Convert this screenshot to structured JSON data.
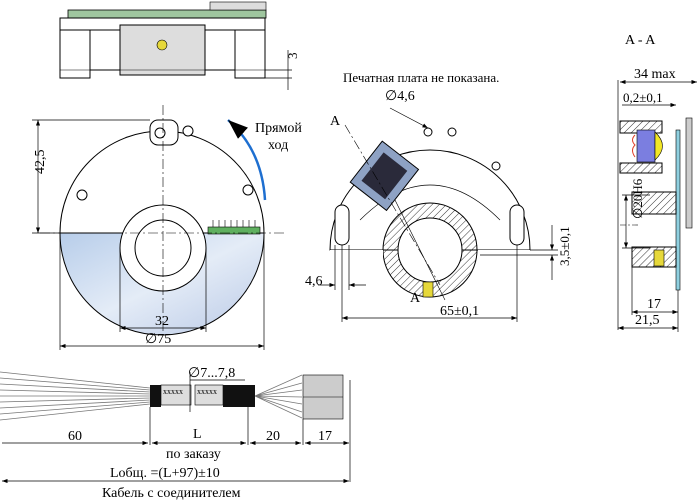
{
  "top_view": {
    "dim_height": "3"
  },
  "front_view": {
    "rotation_label_1": "Прямой",
    "rotation_label_2": "ход",
    "dim_height": "42,5",
    "dim_inner": "32",
    "dim_outer": "∅75",
    "arrow_color": "#1e6fd0",
    "disk_color": "#c9dcf2"
  },
  "side_view": {
    "note": "Печатная плата не показана.",
    "dim_hole": "∅4,6",
    "section_mark_top": "A",
    "section_mark_bottom": "A",
    "dim_slot": "4,6",
    "dim_width": "65±0,1",
    "dim_offset": "3,5±0,1"
  },
  "section": {
    "title": "A - A",
    "dim_max": "34 max",
    "dim_gap": "0,2±0,1",
    "dim_bore": "∅20H6",
    "dim_depth": "17",
    "dim_total": "21,5"
  },
  "cable": {
    "dim_diameter": "∅7...7,8",
    "marking_1": "xxxxx",
    "marking_2": "xxxxx",
    "dim_wires": "60",
    "dim_length": "L",
    "dim_fan": "20",
    "dim_connector": "17",
    "length_note": "по заказу",
    "total_length": "Lобщ. =(L+97)±10",
    "caption": "Кабель с соединителем"
  }
}
